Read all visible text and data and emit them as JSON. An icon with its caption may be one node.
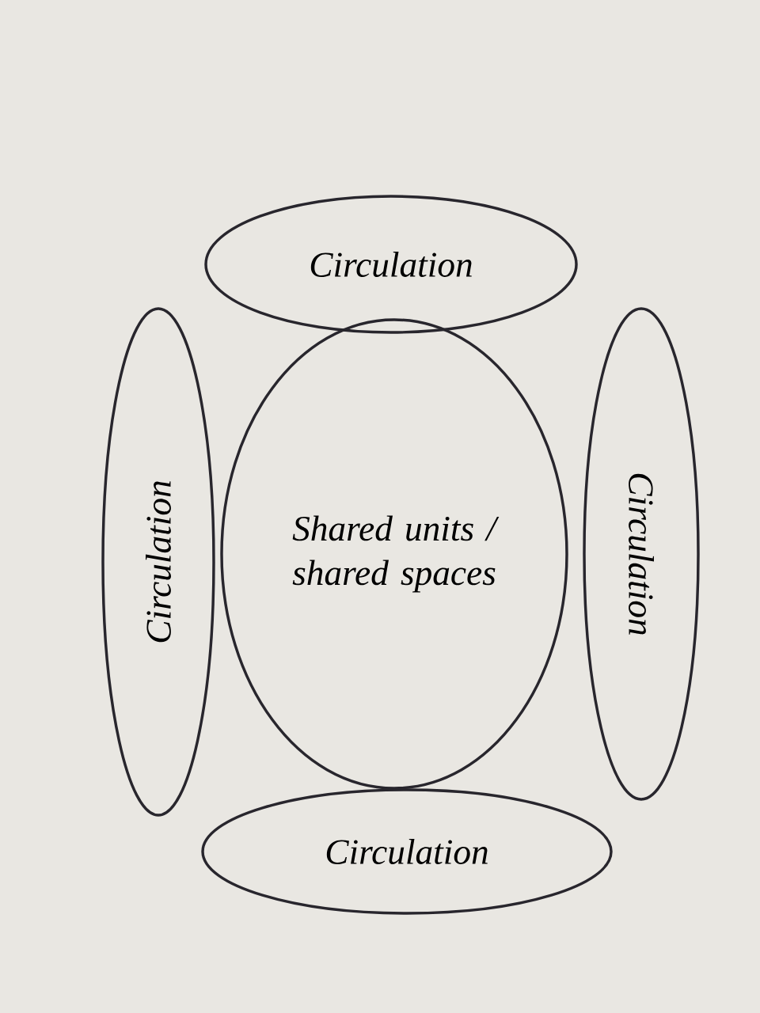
{
  "diagram": {
    "nodes": [
      {
        "text": [
          "Circulation"
        ]
      },
      {
        "text": [
          "Circulation"
        ]
      },
      {
        "text": [
          "Shared units / shared spaces"
        ]
      },
      {
        "text": [
          "Circulation"
        ]
      },
      {
        "text": [
          "Circulation"
        ]
      }
    ]
  }
}
